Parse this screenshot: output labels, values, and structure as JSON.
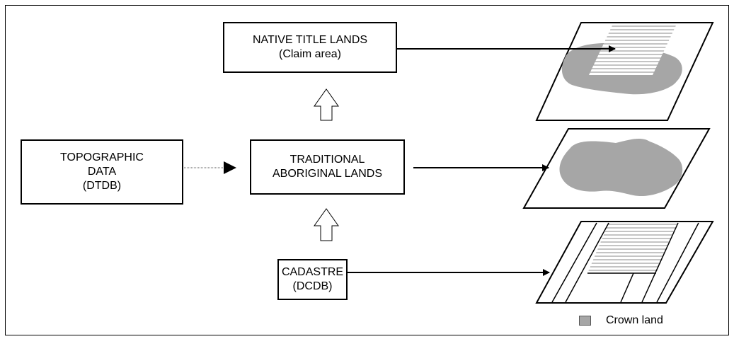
{
  "boxes": {
    "native_title": {
      "line1": "NATIVE TITLE LANDS",
      "line2": "(Claim area)"
    },
    "topographic": {
      "line1": "TOPOGRAPHIC",
      "line2": "DATA",
      "line3": "(DTDB)"
    },
    "traditional": {
      "line1": "TRADITIONAL",
      "line2": "ABORIGINAL LANDS"
    },
    "cadastre": {
      "line1": "CADASTRE",
      "line2": "(DCDB)"
    }
  },
  "legend": {
    "label": "Crown land",
    "swatch_color": "#a6a6a6"
  },
  "colors": {
    "shape_fill": "#a6a6a6",
    "hatch": "#888888",
    "stroke": "#000000"
  }
}
